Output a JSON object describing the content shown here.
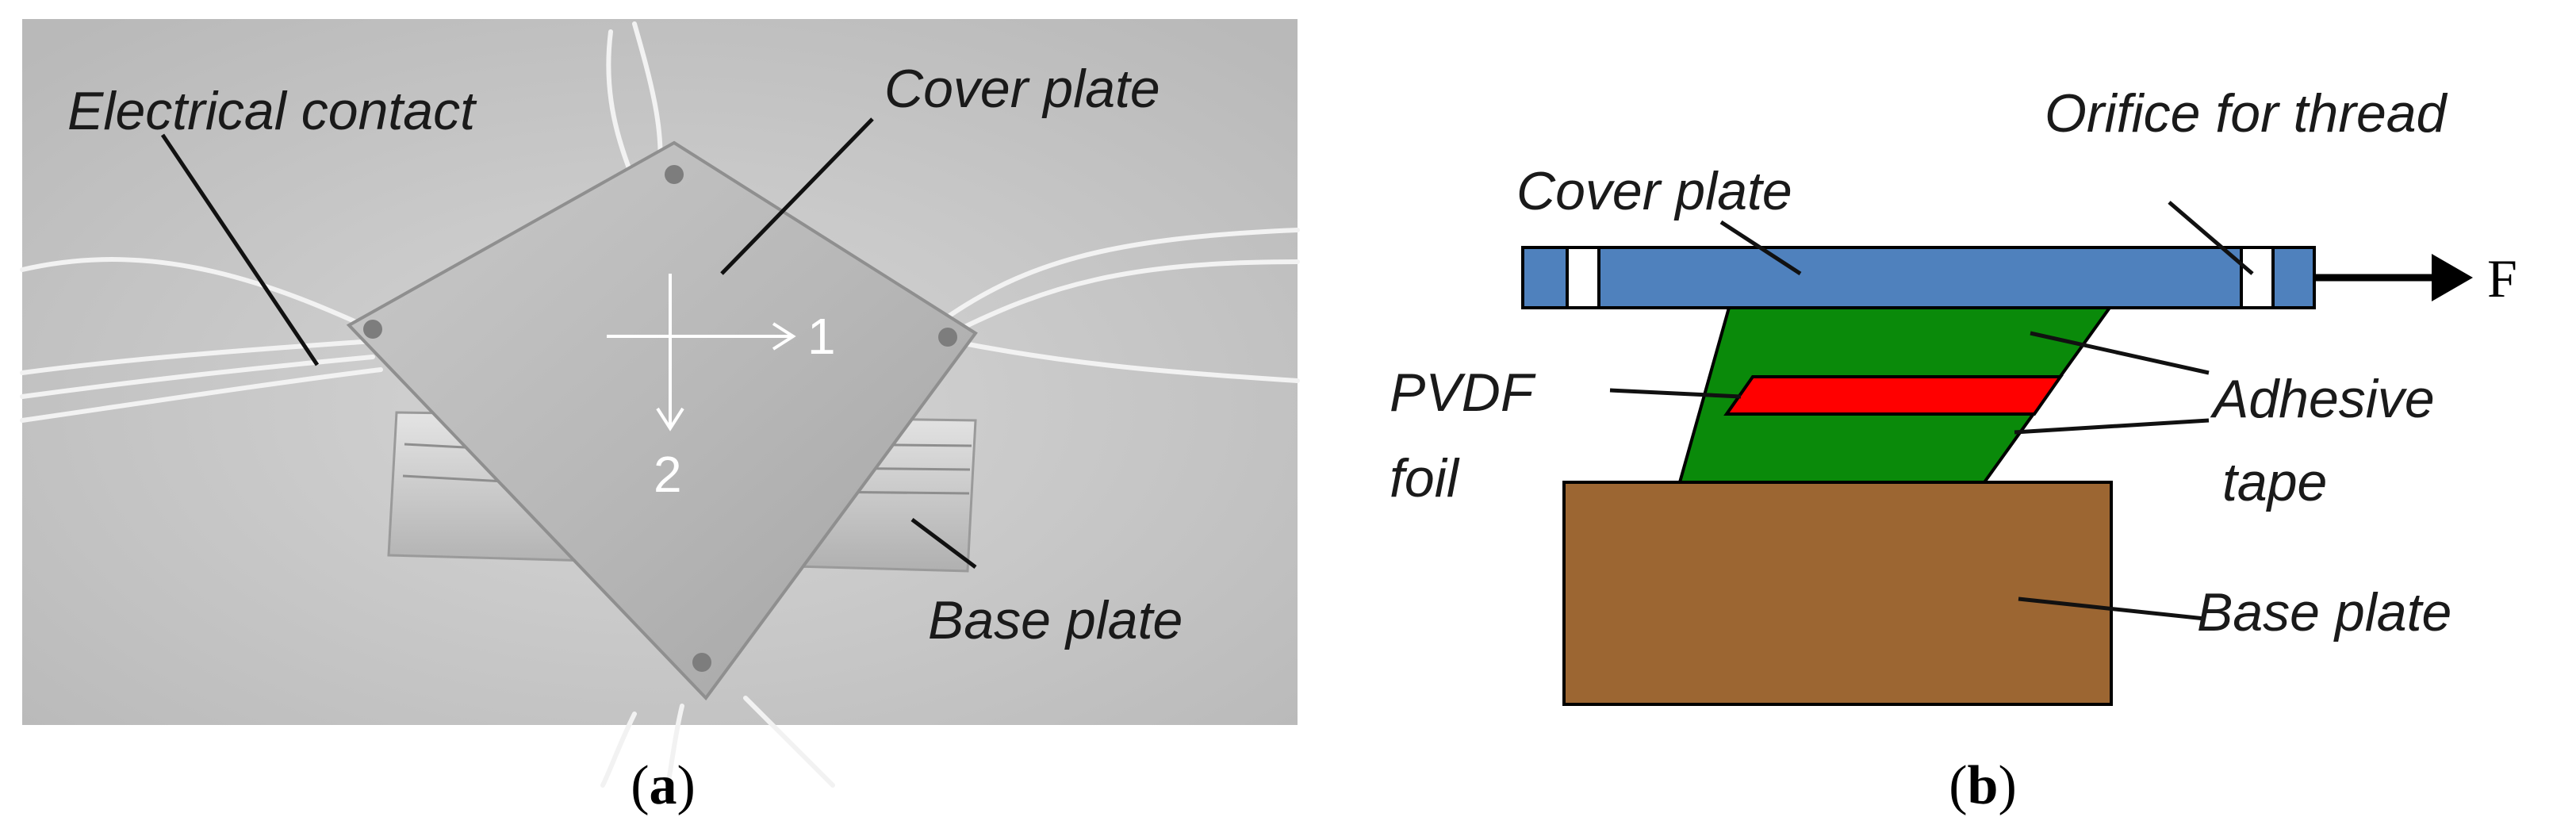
{
  "panel_a": {
    "caption_open": "(",
    "caption_letter": "a",
    "caption_close": ")",
    "labels": {
      "electrical_contact": "Electrical contact",
      "cover_plate": "Cover plate",
      "base_plate": "Base plate"
    },
    "axes": {
      "axis_1": "1",
      "axis_2": "2"
    }
  },
  "panel_b": {
    "caption_open": "(",
    "caption_letter": "b",
    "caption_close": ")",
    "labels": {
      "cover_plate": "Cover plate",
      "orifice": "Orifice for thread",
      "force": "F",
      "pvdf_line1": "PVDF",
      "pvdf_line2": "foil",
      "adhesive_line1": "Adhesive",
      "adhesive_line2": "tape",
      "base_plate": "Base plate"
    },
    "colors": {
      "cover_plate": "#4f81bd",
      "adhesive_tape": "#0a8a0a",
      "pvdf_foil": "#ff0000",
      "base_plate": "#9c6632"
    }
  }
}
